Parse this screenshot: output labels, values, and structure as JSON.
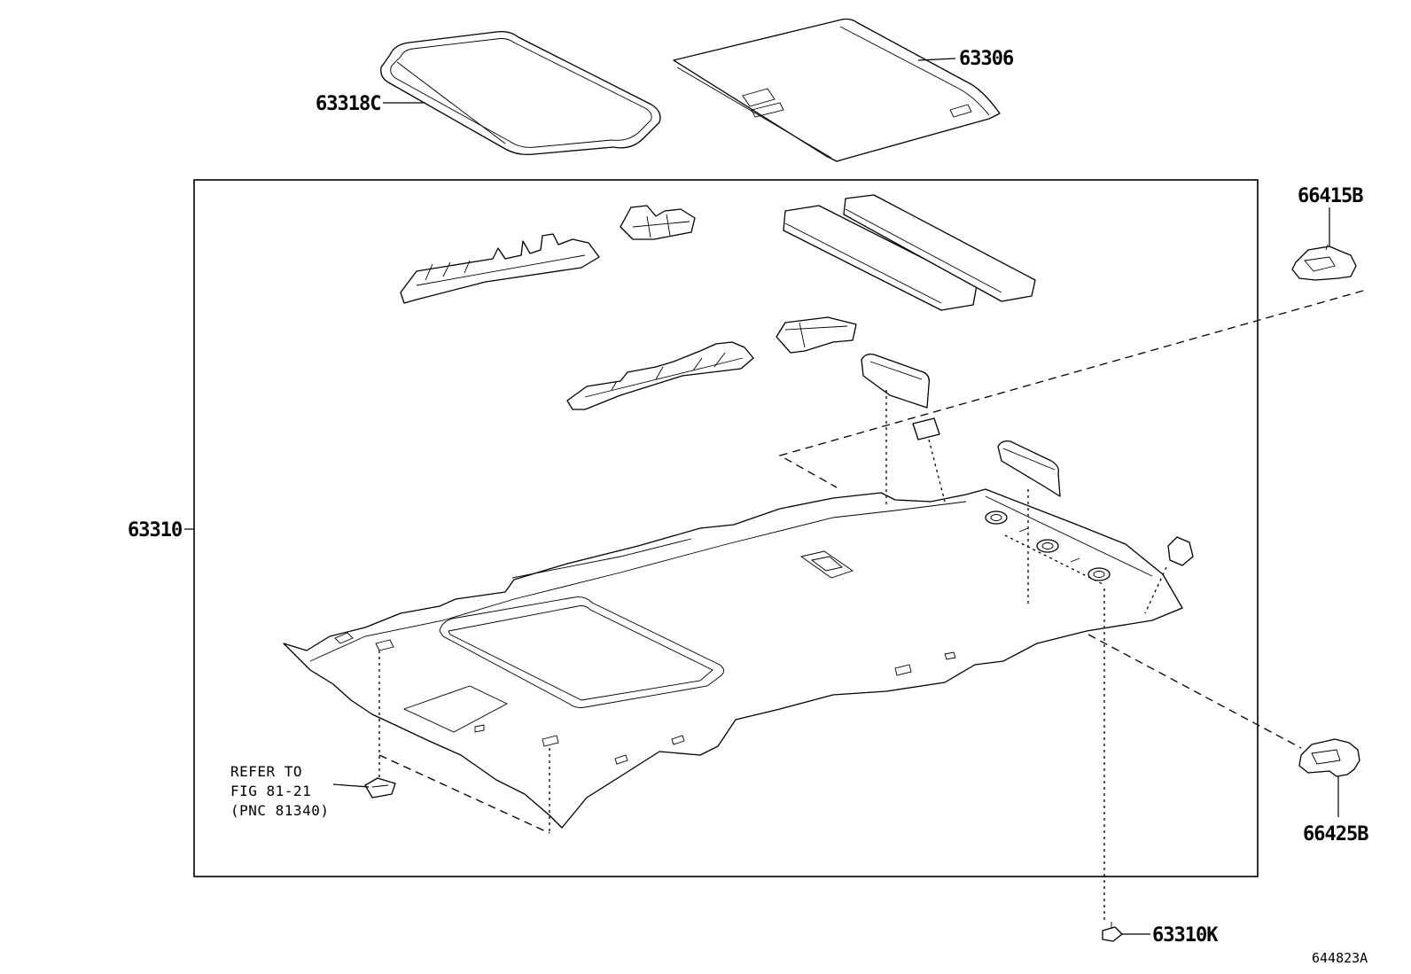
{
  "labels": {
    "sunroof_seal": "63318C",
    "sunshade": "63306",
    "headliner": "63310",
    "bracket_upper": "66415B",
    "bracket_lower": "66425B",
    "clip": "63310K"
  },
  "reference": {
    "line1": "REFER TO",
    "line2": "FIG 81-21",
    "line3": "(PNC 81340)"
  },
  "catalog_number": "644823A"
}
